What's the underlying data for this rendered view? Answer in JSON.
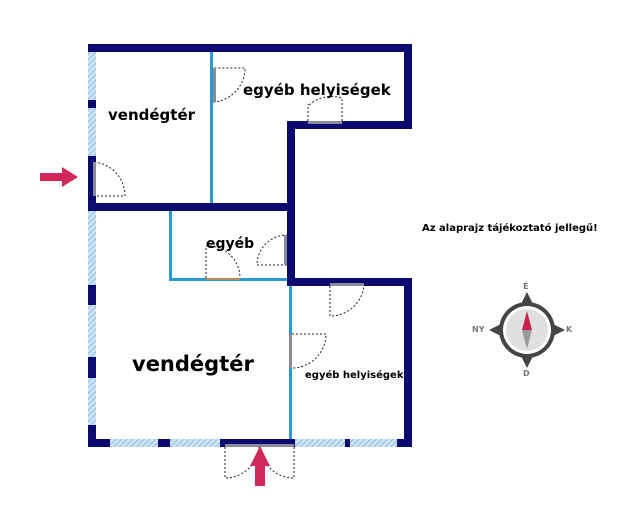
{
  "rooms": {
    "guest_area_top": "vendégtér",
    "other_rooms_top": "egyéb helyiségek",
    "other_middle": "egyéb",
    "guest_area_main": "vendégtér",
    "other_rooms_bottom": "egyéb helyiségek"
  },
  "note": "Az alaprajz tájékoztató jellegű!",
  "compass": {
    "north": "É",
    "east": "K",
    "south": "D",
    "west": "NY"
  },
  "colors": {
    "wall": "#0b0b6f",
    "partition": "#2a9ad4",
    "window": "#a8cdea",
    "arrow": "#d0285a",
    "door_leaf": "#8a8a9a"
  }
}
